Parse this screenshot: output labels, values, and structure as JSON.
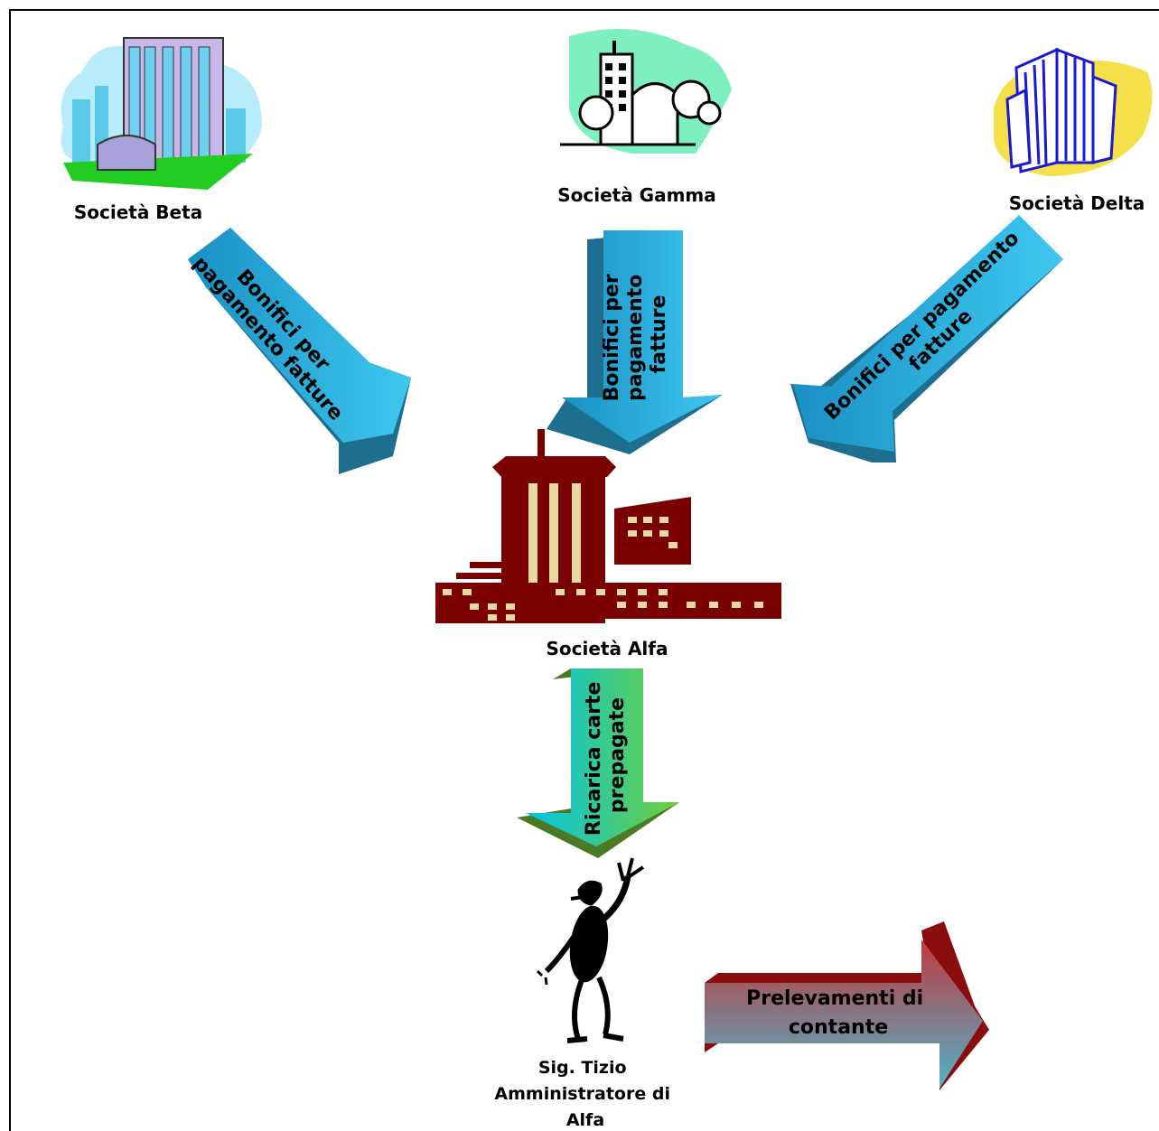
{
  "companies": {
    "beta": {
      "name": "Società Beta"
    },
    "gamma": {
      "name": "Società Gamma"
    },
    "delta": {
      "name": "Società Delta"
    },
    "alfa": {
      "name": "Società Alfa"
    }
  },
  "arrows": {
    "beta_to_alfa": {
      "lines": [
        "Bonifici per",
        "pagamento fatture"
      ]
    },
    "gamma_to_alfa": {
      "lines": [
        "Bonifici per",
        "pagamento",
        "fatture"
      ]
    },
    "delta_to_alfa": {
      "lines": [
        "Bonifici per pagamento",
        "fatture"
      ]
    },
    "alfa_to_tizio": {
      "lines": [
        "Ricarica carte",
        "prepagate"
      ]
    },
    "cash_withdrawal": {
      "lines": [
        "Prelevamenti di",
        "contante"
      ]
    }
  },
  "person": {
    "lines": [
      "Sig. Tizio",
      "Amministratore di",
      "Alfa"
    ]
  },
  "colors": {
    "blue_arrow": "#29b6e8",
    "blue_arrow_dark": "#1d6e8f",
    "green_arrow": "#5a8a2e",
    "red_arrow": "#b22a2a",
    "alfa_building": "#7a0000",
    "alfa_windows": "#e8d9a0"
  }
}
